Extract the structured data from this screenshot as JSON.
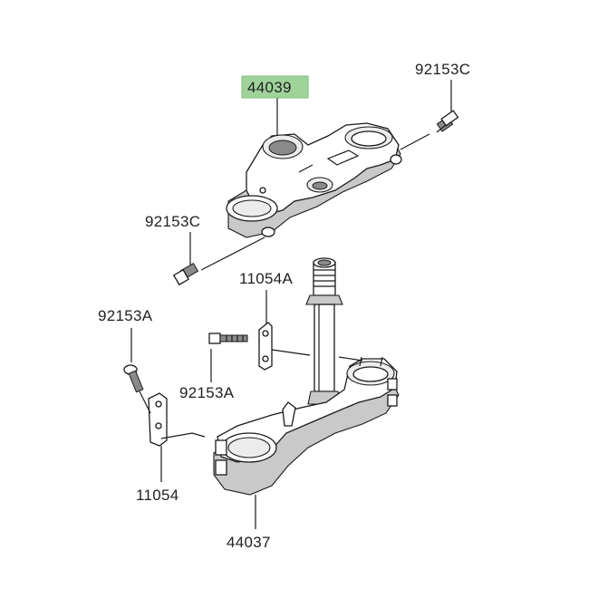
{
  "diagram": {
    "parts": {
      "upper_clamp": {
        "number": "44039",
        "highlight_color": "#9fd39a"
      },
      "bolt_upper_right": {
        "number": "92153C"
      },
      "bolt_upper_left": {
        "number": "92153C"
      },
      "bracket_center": {
        "number": "11054A"
      },
      "bolt_left": {
        "number": "92153A"
      },
      "bolt_center": {
        "number": "92153A"
      },
      "bracket_left": {
        "number": "11054"
      },
      "lower_clamp": {
        "number": "44037"
      }
    }
  }
}
